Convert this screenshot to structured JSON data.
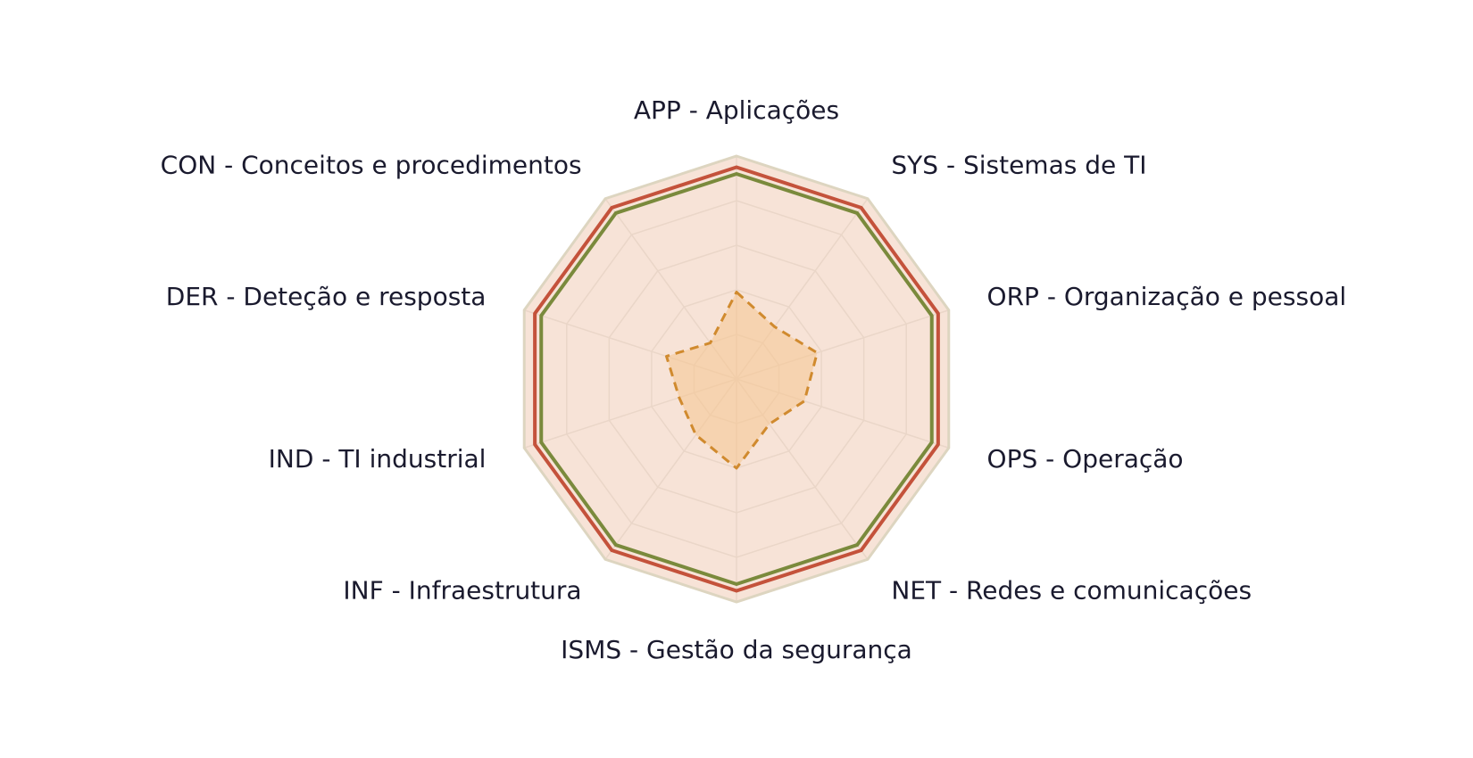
{
  "chart_data": {
    "type": "radar",
    "axes": [
      "APP - Aplicações",
      "SYS - Sistemas de TI",
      "ORP - Organização e pessoal",
      "OPS - Operação",
      "NET - Redes e comunicações",
      "ISMS - Gestão da segurança",
      "INF - Infraestrutura",
      "IND - TI industrial",
      "DER - Deteção e resposta",
      "CON - Conceitos e procedimentos"
    ],
    "range": [
      0,
      100
    ],
    "grid_levels": 5,
    "series": [
      {
        "values": [
          95,
          95,
          95,
          95,
          95,
          95,
          95,
          95,
          95,
          95
        ],
        "color": "#c4523b",
        "style": "solid"
      },
      {
        "values": [
          92,
          92,
          92,
          92,
          92,
          92,
          92,
          92,
          92,
          92
        ],
        "color": "#7a8a3c",
        "style": "solid"
      },
      {
        "values": [
          39,
          29,
          38,
          32,
          25,
          40,
          31,
          27,
          33,
          20
        ],
        "color": "#d08a2e",
        "style": "dashed"
      }
    ],
    "outer_ring_color": "#ddd5c0",
    "fill_color": "#f7e3d7"
  }
}
